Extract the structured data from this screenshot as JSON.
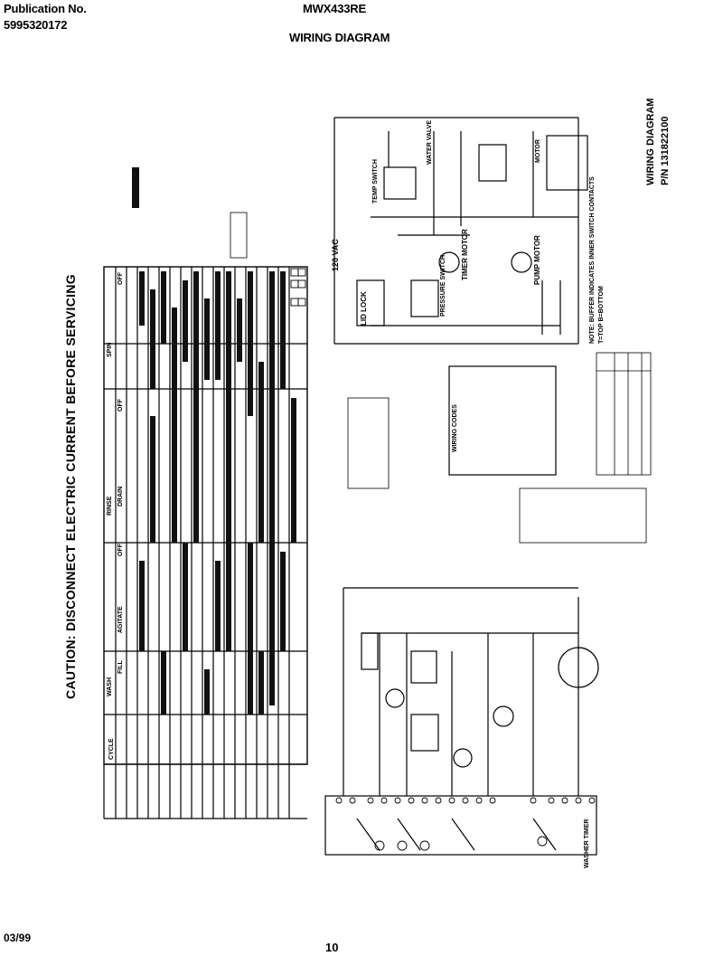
{
  "header": {
    "pub_label": "Publication No.",
    "pub_number": "5995320172",
    "model": "MWX433RE",
    "title": "WIRING DIAGRAM"
  },
  "caution": "CAUTION: DISCONNECT ELECTRIC CURRENT BEFORE SERVICING",
  "side_title": {
    "line1": "WIRING DIAGRAM",
    "line2": "P/N 131822100"
  },
  "diagram_labels": {
    "supply": "120 VAC",
    "lid_lock": "LID LOCK",
    "timer_motor": "TIMER MOTOR",
    "pump_motor": "PUMP MOTOR",
    "temp_switch": "TEMP SWITCH",
    "water_valve": "WATER VALVE",
    "motor": "MOTOR",
    "pressure_switch": "PRESSURE SWITCH",
    "wiring_codes": "WIRING CODES",
    "note": "NOTE: BUFFER INDICATES INNER SWITCH CONTACTS",
    "note2": "T=TOP  B=BOTTOM",
    "timer_sequence": "WASHER TIMER",
    "cycle": "CYCLE",
    "off": "OFF",
    "spin": "SPIN",
    "rinse": "RINSE",
    "wash": "WASH",
    "fill": "FILL",
    "agitate": "AGITATE",
    "drain": "DRAIN"
  },
  "footer": {
    "date": "03/99",
    "page": "10"
  }
}
